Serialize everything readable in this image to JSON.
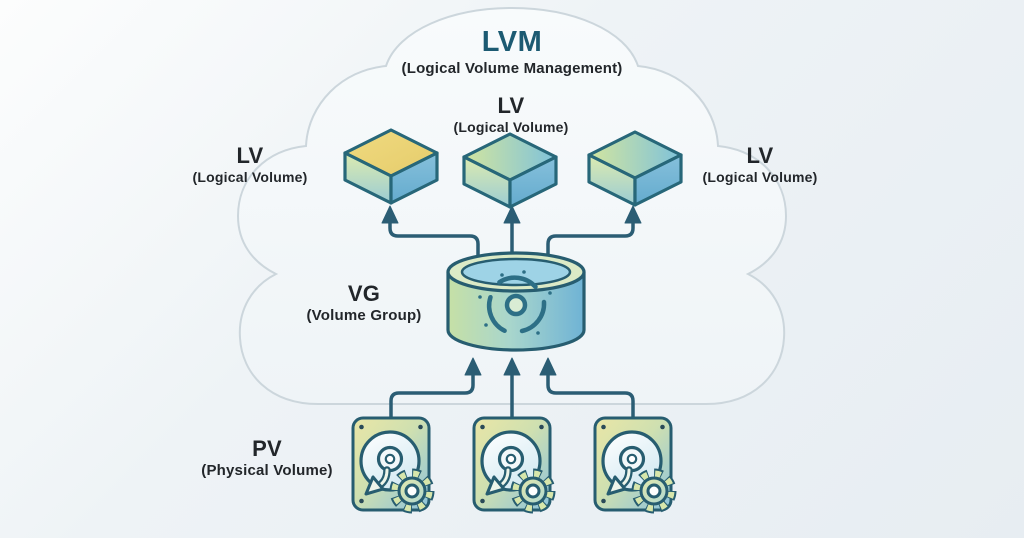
{
  "title": {
    "text": "LVM",
    "subtitle": "(Logical Volume Management)"
  },
  "labels": {
    "lv_top": {
      "text": "LV",
      "subtitle": "(Logical Volume)"
    },
    "lv_left": {
      "text": "LV",
      "subtitle": "(Logical Volume)"
    },
    "lv_right": {
      "text": "LV",
      "subtitle": "(Logical Volume)"
    },
    "vg": {
      "text": "VG",
      "subtitle": "(Volume Group)"
    },
    "pv": {
      "text": "PV",
      "subtitle": "(Physical Volume)"
    }
  },
  "icons": {
    "lv": "cube-3d-icon",
    "vg": "cylinder-swirl-icon",
    "pv": "hard-disk-gear-icon",
    "container": "cloud-shape"
  },
  "colors": {
    "background": "#eaf0f4",
    "cloud_fill": "#f4f8fa",
    "cloud_stroke": "#ccd6dc",
    "outline": "#275d70",
    "arrow": "#2b5d74",
    "title_accent": "#1c5a72",
    "text": "#22262a",
    "cube_top_yellow": "#ecd374",
    "cube_green": "#cde4a2",
    "cube_blue": "#7cbcd9",
    "cylinder_top": "#9ed3e6",
    "gear_fill": "#d7e6ab"
  }
}
